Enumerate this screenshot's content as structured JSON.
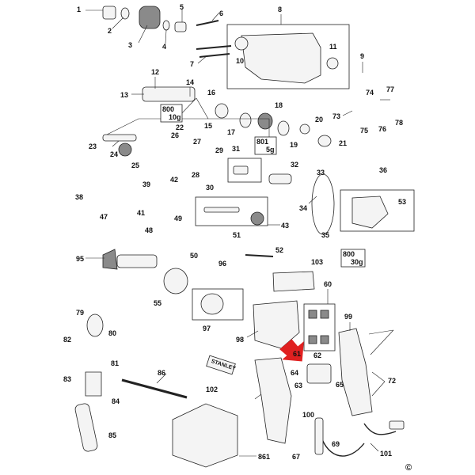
{
  "brand_label": "STANLEY",
  "copyright_symbol": "©",
  "grease_notes": [
    {
      "code": "800",
      "amount": "10g"
    },
    {
      "code": "801",
      "amount": "5g"
    },
    {
      "code": "800",
      "amount": "30g"
    }
  ],
  "callout_numbers": [
    "1",
    "2",
    "3",
    "4",
    "5",
    "6",
    "7",
    "8",
    "9",
    "10",
    "11",
    "12",
    "13",
    "14",
    "15",
    "16",
    "17",
    "18",
    "19",
    "20",
    "21",
    "22",
    "23",
    "24",
    "25",
    "26",
    "27",
    "28",
    "29",
    "30",
    "31",
    "32",
    "33",
    "34",
    "35",
    "36",
    "38",
    "39",
    "41",
    "42",
    "43",
    "47",
    "48",
    "49",
    "50",
    "51",
    "52",
    "53",
    "55",
    "60",
    "61",
    "62",
    "63",
    "64",
    "65",
    "67",
    "69",
    "72",
    "73",
    "74",
    "75",
    "76",
    "77",
    "78",
    "79",
    "80",
    "81",
    "82",
    "83",
    "84",
    "85",
    "86",
    "95",
    "96",
    "97",
    "98",
    "99",
    "100",
    "101",
    "102",
    "103",
    "861"
  ],
  "colors": {
    "arrow": "#e02020",
    "ink": "#222222"
  }
}
